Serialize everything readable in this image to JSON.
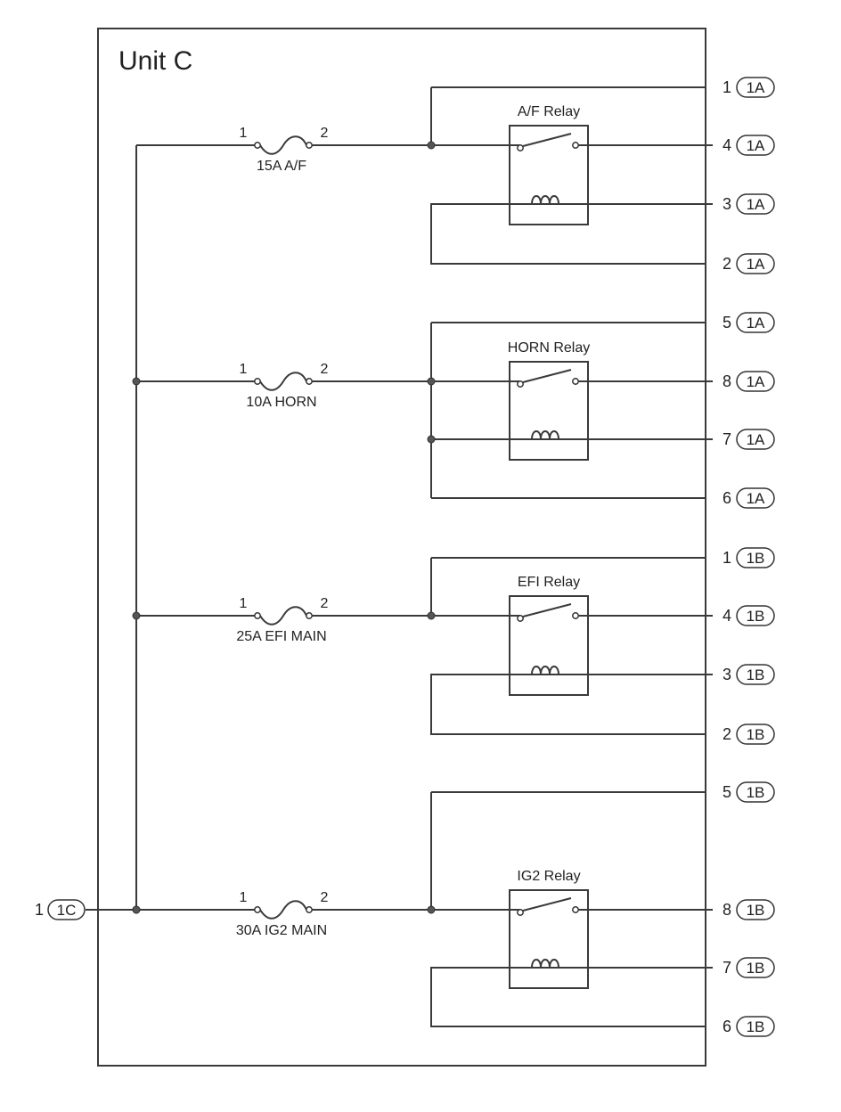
{
  "unit_label": "Unit C",
  "input": {
    "pin": "1",
    "connector": "1C"
  },
  "channels": [
    {
      "fuse": {
        "pin_in": "1",
        "pin_out": "2",
        "label": "15A A/F"
      },
      "relay": "A/F Relay",
      "pins": [
        {
          "pin": "1",
          "connector": "1A"
        },
        {
          "pin": "4",
          "connector": "1A"
        },
        {
          "pin": "3",
          "connector": "1A"
        },
        {
          "pin": "2",
          "connector": "1A"
        }
      ]
    },
    {
      "fuse": {
        "pin_in": "1",
        "pin_out": "2",
        "label": "10A HORN"
      },
      "relay": "HORN Relay",
      "pins": [
        {
          "pin": "5",
          "connector": "1A"
        },
        {
          "pin": "8",
          "connector": "1A"
        },
        {
          "pin": "7",
          "connector": "1A"
        },
        {
          "pin": "6",
          "connector": "1A"
        }
      ]
    },
    {
      "fuse": {
        "pin_in": "1",
        "pin_out": "2",
        "label": "25A EFI MAIN"
      },
      "relay": "EFI Relay",
      "pins": [
        {
          "pin": "1",
          "connector": "1B"
        },
        {
          "pin": "4",
          "connector": "1B"
        },
        {
          "pin": "3",
          "connector": "1B"
        },
        {
          "pin": "2",
          "connector": "1B"
        }
      ]
    },
    {
      "fuse": {
        "pin_in": "1",
        "pin_out": "2",
        "label": "30A IG2 MAIN"
      },
      "relay": "IG2 Relay",
      "pins": [
        {
          "pin": "5",
          "connector": "1B"
        },
        {
          "pin": "8",
          "connector": "1B"
        },
        {
          "pin": "7",
          "connector": "1B"
        },
        {
          "pin": "6",
          "connector": "1B"
        }
      ]
    }
  ]
}
